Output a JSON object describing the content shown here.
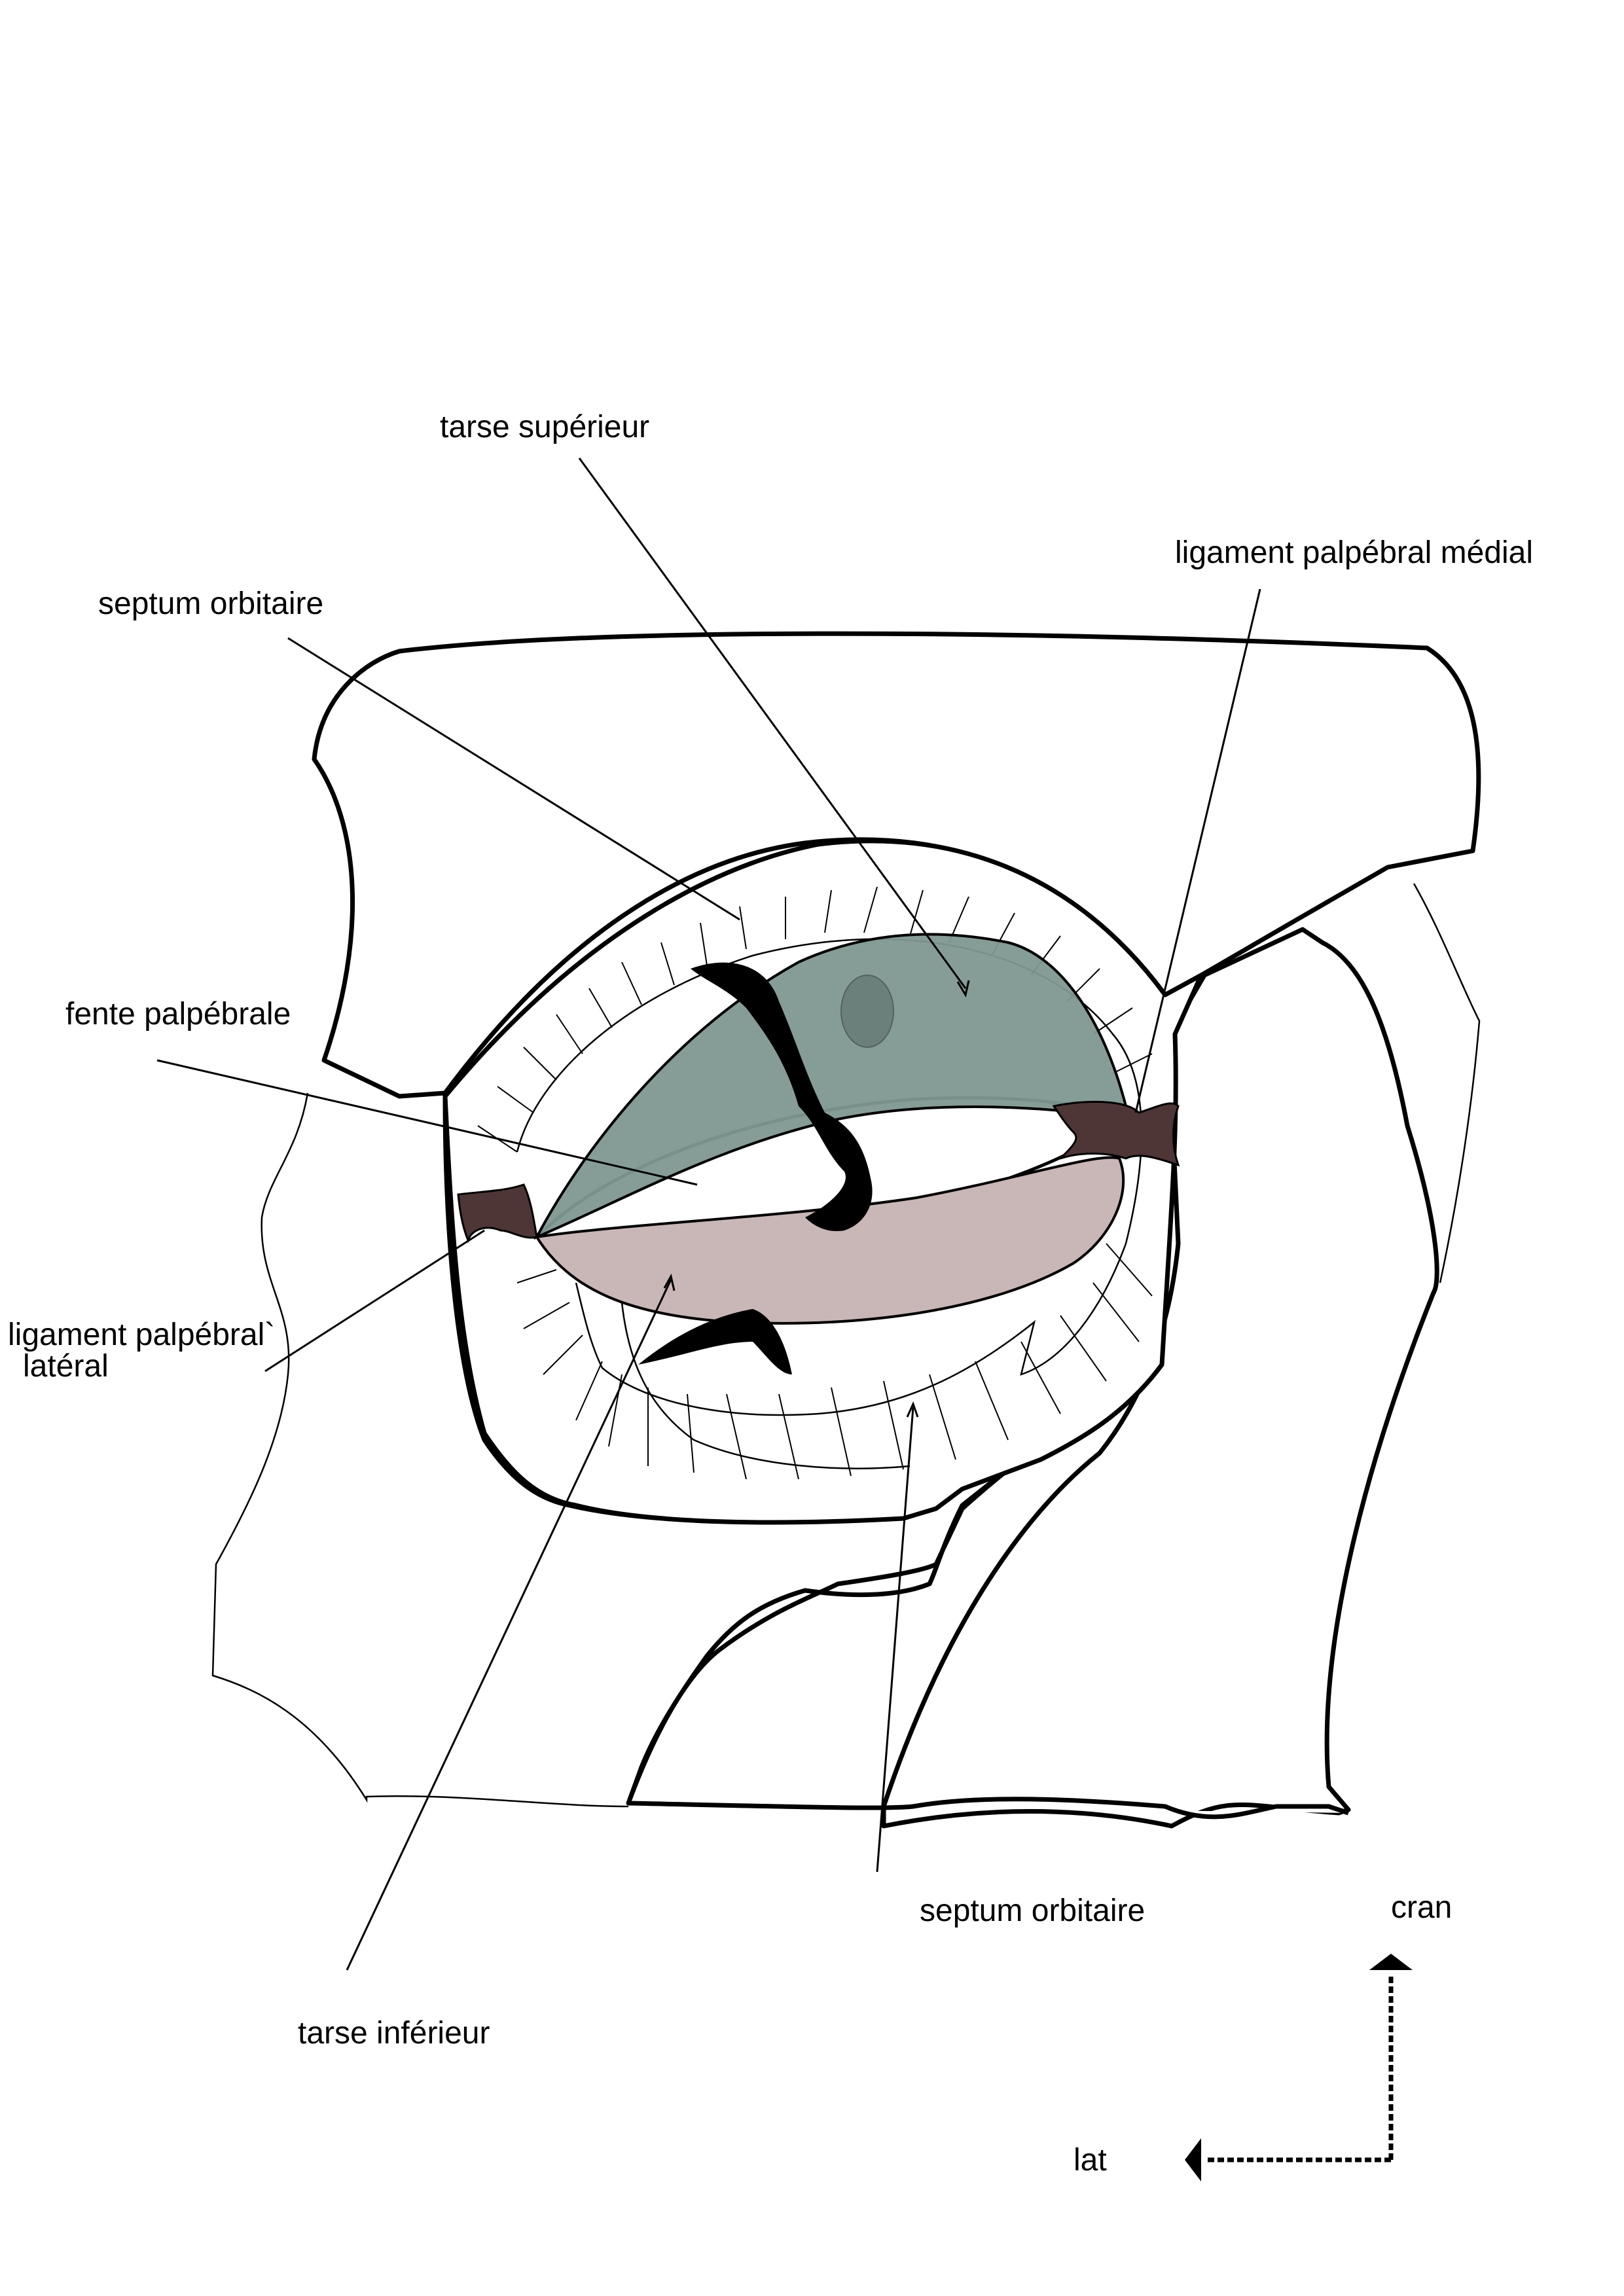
{
  "labels": {
    "tarse_superieur": "tarse supérieur",
    "ligament_medial": "ligament palpébral médial",
    "septum_top": "septum orbitaire",
    "fente": "fente palpébrale",
    "ligament_lateral_1": "ligament palpébral`",
    "ligament_lateral_2": "latéral",
    "septum_bottom": "septum orbitaire",
    "tarse_inferieur": "tarse inférieur",
    "cran": "cran",
    "lat": "lat"
  },
  "colors": {
    "tarse_superieur": "#7f9791",
    "tarse_inferieur": "#c9b6b6",
    "ligament": "#4e3536",
    "outline": "#000000"
  },
  "icons": {
    "cran_arrow": "arrow-up-icon",
    "lat_arrow": "arrow-left-icon"
  }
}
